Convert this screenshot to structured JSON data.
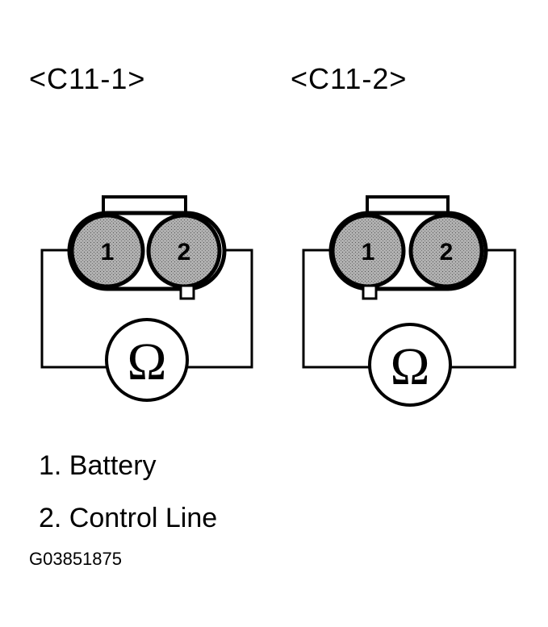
{
  "connectors": [
    {
      "id": "c11-1",
      "title": "<C11-1>",
      "pins": [
        {
          "number": "1"
        },
        {
          "number": "2"
        }
      ],
      "meter_symbol": "Ω"
    },
    {
      "id": "c11-2",
      "title": "<C11-2>",
      "pins": [
        {
          "number": "1"
        },
        {
          "number": "2"
        }
      ],
      "meter_symbol": "Ω"
    }
  ],
  "legend": [
    {
      "text": "1. Battery"
    },
    {
      "text": "2. Control Line"
    }
  ],
  "figure_id": "G03851875",
  "colors": {
    "line": "#000000",
    "pin_fill": "#a8a8a8",
    "background": "#ffffff"
  }
}
